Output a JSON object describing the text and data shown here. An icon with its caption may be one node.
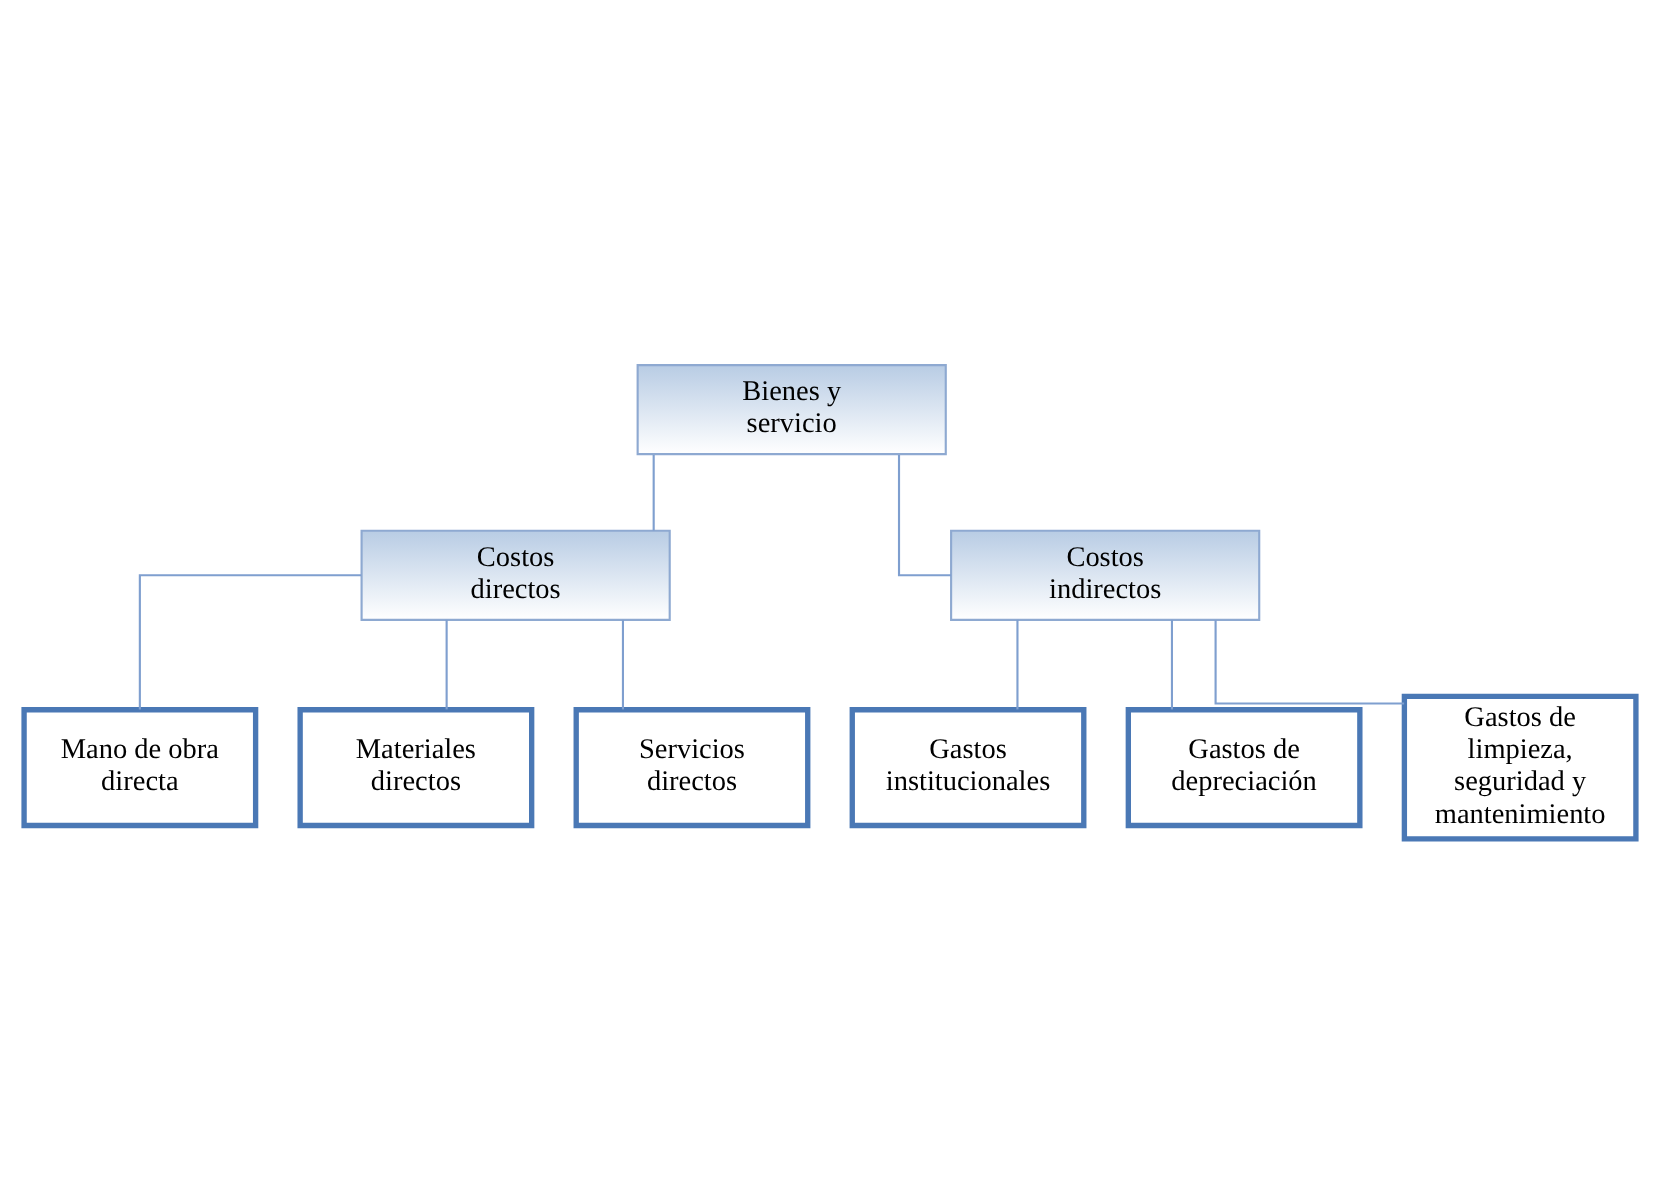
{
  "diagram": {
    "nodes": [
      {
        "text": [
          "Bienes y servicio"
        ]
      },
      {
        "text": [
          "Costos directos"
        ]
      },
      {
        "text": [
          "Costos indirectos"
        ]
      },
      {
        "text": [
          "Mano de obra directa"
        ]
      },
      {
        "text": [
          "Materiales directos"
        ]
      },
      {
        "text": [
          "Servicios directos"
        ]
      },
      {
        "text": [
          "Gastos institucionales"
        ]
      },
      {
        "text": [
          "Gastos de depreciación"
        ]
      },
      {
        "text": [
          "Gastos de limpieza, seguridad y mantenimiento"
        ]
      }
    ],
    "edges": [
      {
        "from": 0,
        "to": 1,
        "arrow": "none"
      },
      {
        "from": 0,
        "to": 2,
        "arrow": "none"
      },
      {
        "from": 1,
        "to": 3,
        "arrow": "none"
      },
      {
        "from": 1,
        "to": 4,
        "arrow": "none"
      },
      {
        "from": 1,
        "to": 5,
        "arrow": "none"
      },
      {
        "from": 2,
        "to": 6,
        "arrow": "none"
      },
      {
        "from": 2,
        "to": 7,
        "arrow": "none"
      },
      {
        "from": 2,
        "to": 8,
        "arrow": "none"
      }
    ]
  }
}
